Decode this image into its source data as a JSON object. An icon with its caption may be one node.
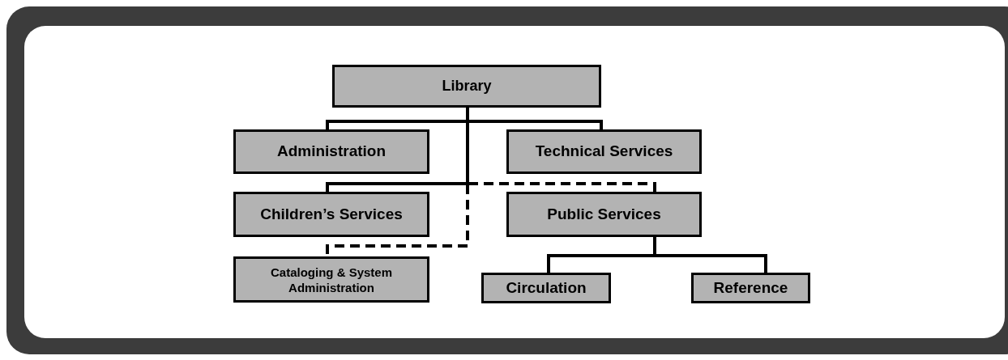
{
  "diagram": {
    "nodes": [
      {
        "text": [
          "Library"
        ]
      },
      {
        "text": [
          "Administration"
        ]
      },
      {
        "text": [
          "Technical Services"
        ]
      },
      {
        "text": [
          "Children’s Services"
        ]
      },
      {
        "text": [
          "Public Services"
        ]
      },
      {
        "text": [
          "Cataloging & System Administration"
        ]
      },
      {
        "text": [
          "Circulation"
        ]
      },
      {
        "text": [
          "Reference"
        ]
      }
    ],
    "edges": [
      {
        "from": 0,
        "to": 1,
        "arrow": "none"
      },
      {
        "from": 0,
        "to": 2,
        "arrow": "none"
      },
      {
        "from": 0,
        "to": 3,
        "arrow": "none"
      },
      {
        "from": 0,
        "to": 4,
        "arrow": "none",
        "style": "dashed"
      },
      {
        "from": 0,
        "to": 5,
        "arrow": "none",
        "style": "dashed"
      },
      {
        "from": 4,
        "to": 6,
        "arrow": "none"
      },
      {
        "from": 4,
        "to": 7,
        "arrow": "none"
      }
    ]
  }
}
